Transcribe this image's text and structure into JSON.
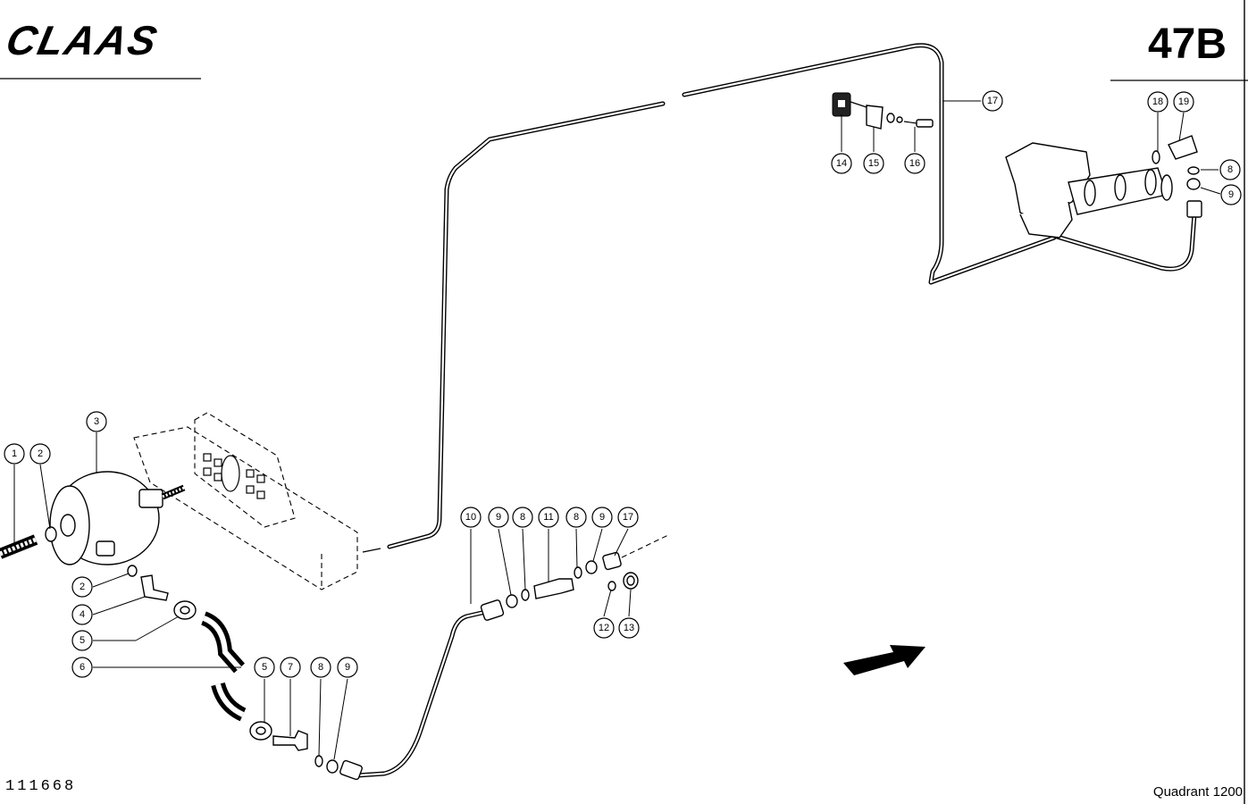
{
  "header": {
    "brand": "CLAAS",
    "page_number": "47B"
  },
  "footer": {
    "drawing_number": "111668",
    "model": "Quadrant 1200"
  },
  "callouts": [
    "1",
    "2",
    "3",
    "2",
    "4",
    "5",
    "6",
    "5",
    "7",
    "8",
    "9",
    "10",
    "9",
    "8",
    "11",
    "8",
    "9",
    "17",
    "12",
    "13",
    "14",
    "15",
    "16",
    "17",
    "18",
    "19",
    "8",
    "9"
  ]
}
